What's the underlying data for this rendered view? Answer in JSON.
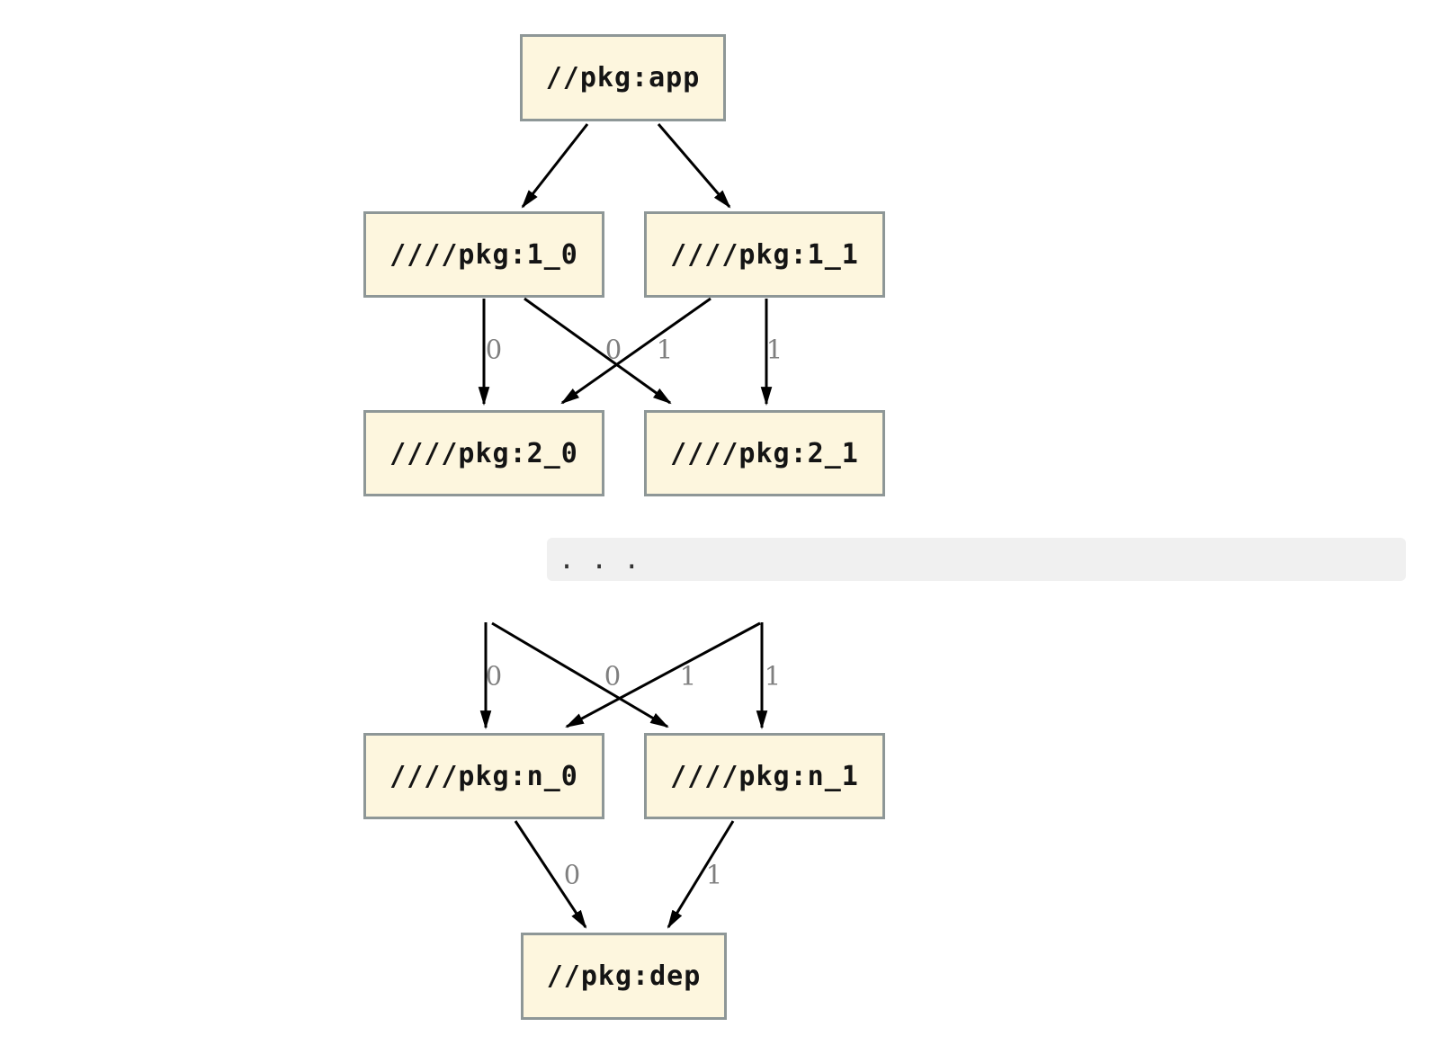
{
  "colors": {
    "background": "#ffffff",
    "node_fill": "#fdf6de",
    "node_border": "#8e9797",
    "edge": "#000000",
    "edge_label": "#7f7f7f",
    "ellipsis_bar_bg": "#f0f0f0",
    "ellipsis_text": "#333333"
  },
  "graph": {
    "nodes": {
      "app": {
        "label": "//pkg:app"
      },
      "n1_0": {
        "label": "////pkg:1_0"
      },
      "n1_1": {
        "label": "////pkg:1_1"
      },
      "n2_0": {
        "label": "////pkg:2_0"
      },
      "n2_1": {
        "label": "////pkg:2_1"
      },
      "nn_0": {
        "label": "////pkg:n_0"
      },
      "nn_1": {
        "label": "////pkg:n_1"
      },
      "dep": {
        "label": "//pkg:dep"
      }
    },
    "ellipsis": ". . .",
    "edge_labels": {
      "row1": [
        "0",
        "0",
        "1",
        "1"
      ],
      "row2": [
        "0",
        "0",
        "1",
        "1"
      ],
      "row3": [
        "0",
        "1"
      ]
    },
    "edges": [
      {
        "from": "//pkg:app",
        "to": "////pkg:1_0",
        "label": ""
      },
      {
        "from": "//pkg:app",
        "to": "////pkg:1_1",
        "label": ""
      },
      {
        "from": "////pkg:1_0",
        "to": "////pkg:2_0",
        "label": "0"
      },
      {
        "from": "////pkg:1_0",
        "to": "////pkg:2_1",
        "label": "1"
      },
      {
        "from": "////pkg:1_1",
        "to": "////pkg:2_0",
        "label": "0"
      },
      {
        "from": "////pkg:1_1",
        "to": "////pkg:2_1",
        "label": "1"
      },
      {
        "from": "...",
        "to": "////pkg:n_0",
        "label": "0"
      },
      {
        "from": "...",
        "to": "////pkg:n_1",
        "label": "1"
      },
      {
        "from": "////pkg:n_0",
        "to": "//pkg:dep",
        "label": "0"
      },
      {
        "from": "////pkg:n_1",
        "to": "//pkg:dep",
        "label": "1"
      }
    ]
  }
}
